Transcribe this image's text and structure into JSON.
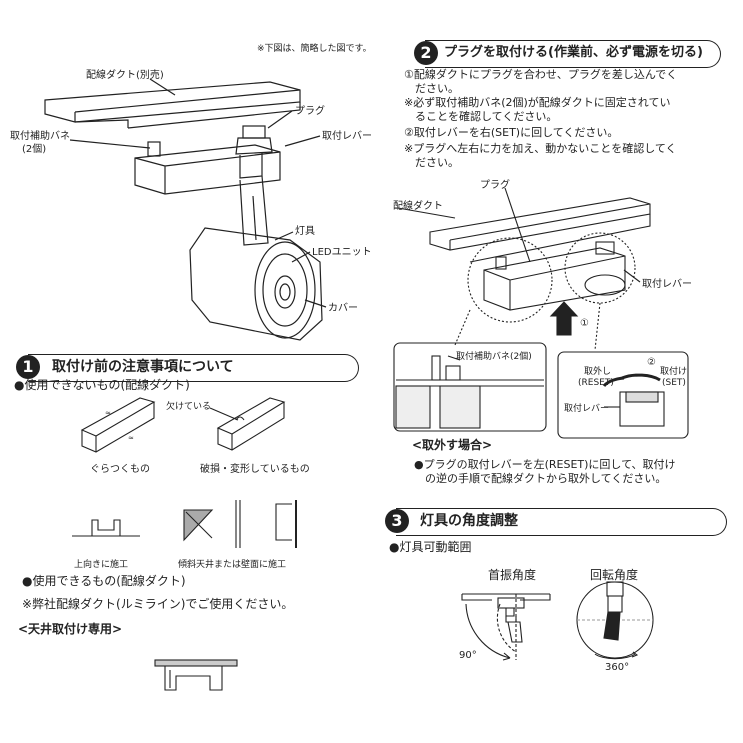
{
  "top_note": "※下図は、簡略した図です。",
  "diagram1": {
    "duct_label": "配線ダクト(別売)",
    "plug_label": "プラグ",
    "spring_label": "取付補助バネ",
    "spring_count": "(2個)",
    "lever_label": "取付レバー",
    "fixture_label": "灯具",
    "led_label": "LEDユニット",
    "cover_label": "カバー"
  },
  "section1": {
    "number": "1",
    "title": "取付け前の注意事項について",
    "unusable_heading": "●使用できないもの(配線ダクト)",
    "missing_label": "欠けている",
    "wobbly_label": "ぐらつくもの",
    "damaged_label": "破損・変形しているもの",
    "upward_label": "上向きに施工",
    "slanted_label": "傾斜天井または壁面に施工",
    "usable_heading": "●使用できるもの(配線ダクト)",
    "recommend_note": "※弊社配線ダクト(ルミライン)でご使用ください。",
    "ceiling_only": "<天井取付け専用>"
  },
  "section2": {
    "number": "2",
    "title": "プラグを取付ける(作業前、必ず電源を切る)",
    "steps": [
      "①配線ダクトにプラグを合わせ、プラグを差し込んでく",
      "　ださい。",
      "※必ず取付補助バネ(2個)が配線ダクトに固定されてい",
      "　ることを確認してください。",
      "②取付レバーを右(SET)に回してください。",
      "※プラグへ左右に力を加え、動かないことを確認してく",
      "　ださい。"
    ],
    "plug_label": "プラグ",
    "duct_label": "配線ダクト",
    "lever_label": "取付レバー",
    "arrow_num": "①",
    "spring_label": "取付補助バネ(2個)",
    "remove_label": "取外し",
    "reset_label": "(RESET)",
    "attach_label": "取付け",
    "set_label": "(SET)",
    "rotate_num": "②",
    "lever_label2": "取付レバー",
    "removal_heading": "<取外す場合>",
    "removal_text": [
      "●プラグの取付レバーを左(RESET)に回して、取付け",
      "　の逆の手順で配線ダクトから取外してください。"
    ]
  },
  "section3": {
    "number": "3",
    "title": "灯具の角度調整",
    "range_heading": "●灯具可動範囲",
    "tilt_label": "首振角度",
    "rotate_label": "回転角度",
    "tilt_value": "90°",
    "rotate_value": "360°"
  }
}
